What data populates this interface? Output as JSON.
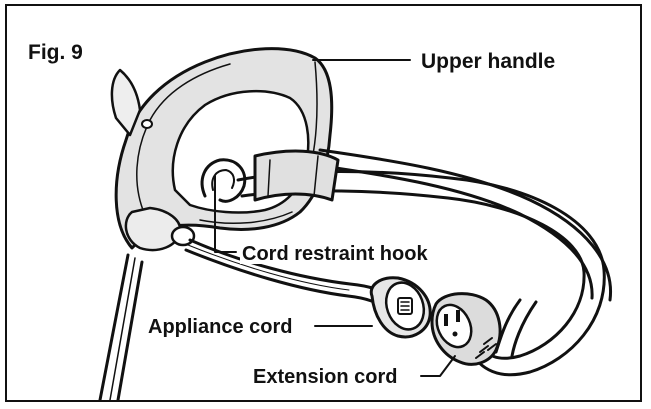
{
  "figure": {
    "title": "Fig. 9"
  },
  "callouts": {
    "upper_handle": "Upper handle",
    "cord_restraint_hook": "Cord restraint hook",
    "appliance_cord": "Appliance cord",
    "extension_cord": "Extension cord"
  },
  "colors": {
    "line": "#111111",
    "shade": "#d9d9d9",
    "background": "#ffffff"
  }
}
